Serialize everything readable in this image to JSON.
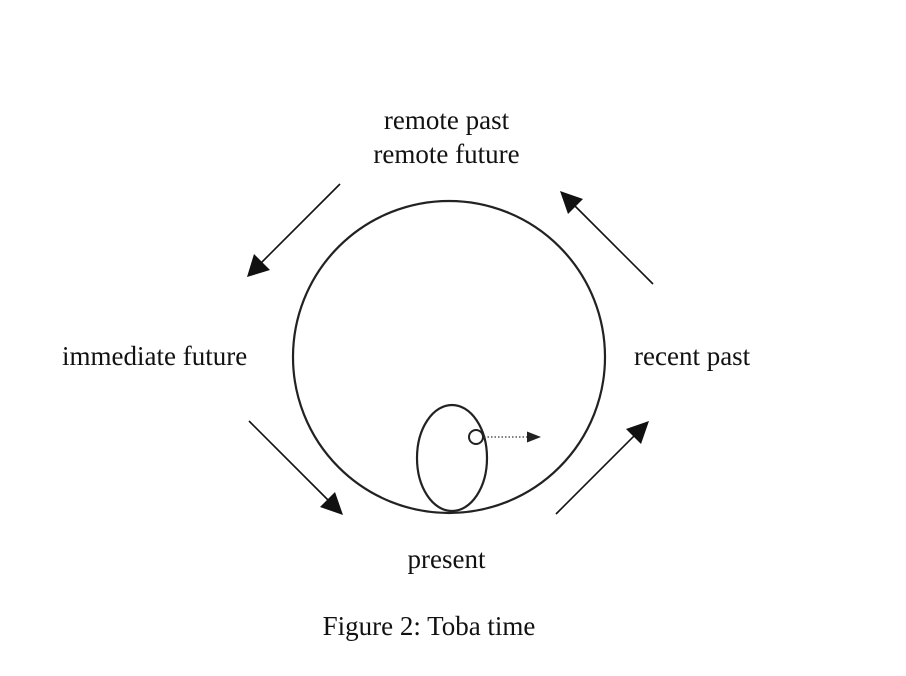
{
  "labels": {
    "top_line1": "remote past",
    "top_line2": "remote future",
    "left": "immediate future",
    "right": "recent past",
    "bottom": "present"
  },
  "caption": "Figure 2: Toba time",
  "colors": {
    "stroke": "#222222",
    "text": "#111111",
    "background": "#ffffff"
  }
}
